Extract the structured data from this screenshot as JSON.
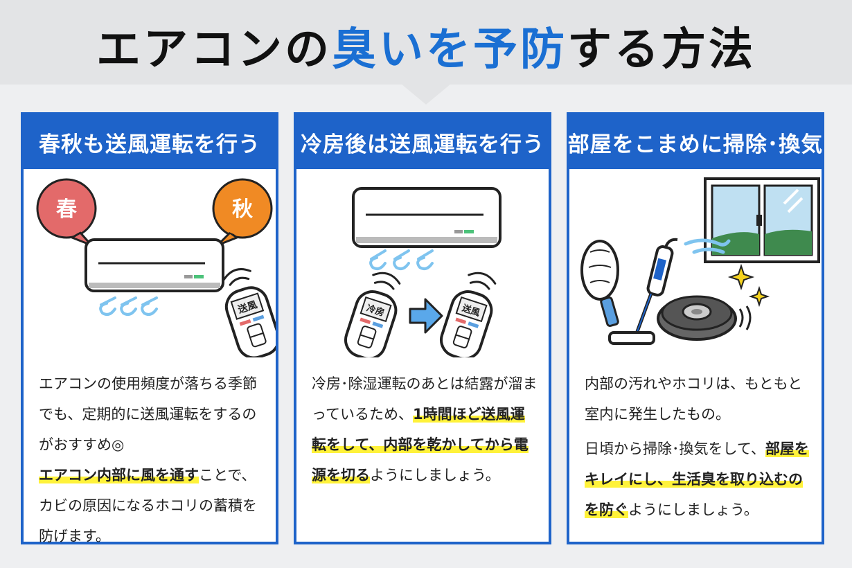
{
  "title": {
    "pre": "エアコンの",
    "highlight": "臭いを予防",
    "post": "する方法"
  },
  "colors": {
    "accent_blue": "#1e63c9",
    "title_highlight": "#1a6fd3",
    "marker_yellow": "#fff23a",
    "spring_red": "#e36a6a",
    "autumn_orange": "#f08a24"
  },
  "cards": [
    {
      "heading": "春秋も送風運転を行う",
      "bubble_spring": "春",
      "bubble_autumn": "秋",
      "remote_label": "送風",
      "text": {
        "a": "エアコンの使用頻度が落ちる季節でも、定期的に送風運転をするのがおすすめ◎",
        "b_mark": "エアコン内部に風を通す",
        "b_rest": "ことで、カビの原因になるホコリの蓄積を防げます。"
      }
    },
    {
      "heading": "冷房後は送風運転を行う",
      "remote_before": "冷房",
      "remote_after": "送風",
      "text": {
        "a": "冷房･除湿運転のあとは結露が溜まっているため、",
        "mark": "1時間ほど送風運転をして、内部を乾かしてから電源を切る",
        "rest": "ようにしましょう。"
      }
    },
    {
      "heading": "部屋をこまめに掃除･換気",
      "text": {
        "p1": "内部の汚れやホコリは、もともと室内に発生したもの。",
        "p2_a": "日頃から掃除･換気をして、",
        "p2_mark": "部屋をキレイにし、生活臭を取り込むのを防ぐ",
        "p2_rest": "ようにしましょう。"
      }
    }
  ]
}
